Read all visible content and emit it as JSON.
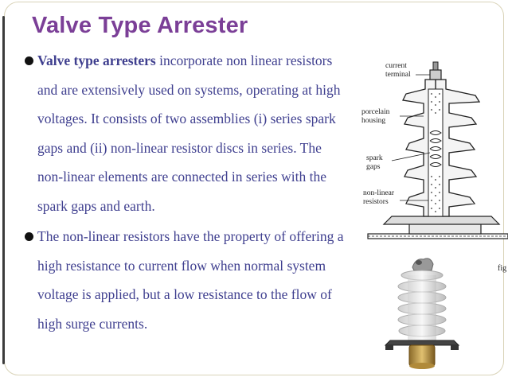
{
  "slide": {
    "title": "Valve Type Arrester",
    "bullets": [
      {
        "bold_lead": "Valve type arresters",
        "text": " incorporate non linear resistors and are extensively used on systems, operating at high voltages. It consists of two assemblies (i) series spark gaps and (ii) non-linear resistor discs in series. The non-linear elements are connected in series with the spark gaps and earth."
      },
      {
        "bold_lead": "",
        "text": "The non-linear resistors have the property of offering a high resistance to current flow when normal system voltage is applied, but a low resistance to the flow of high surge currents."
      }
    ],
    "diagram": {
      "labels": {
        "current_terminal": "current\nterminal",
        "porcelain_housing": "porcelain\nhousing",
        "spark_gaps": "spark\ngaps",
        "non_linear_resistors": "non-linear\nresistors"
      },
      "fig_caption": "fig"
    },
    "colors": {
      "title": "#7b3f97",
      "body_text": "#3f3f8f",
      "frame": "#d9d3b8"
    }
  }
}
